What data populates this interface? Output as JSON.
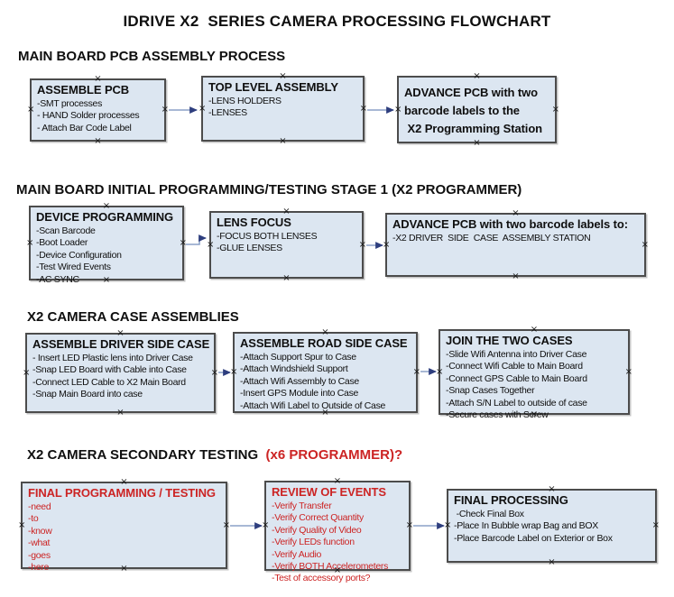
{
  "title": "IDRIVE X2  SERIES CAMERA PROCESSING FLOWCHART",
  "colors": {
    "box_fill": "#dce6f1",
    "box_border": "#4c4c4c",
    "red_text": "#cc2424",
    "arrow_line": "#8ba1c7",
    "arrow_head": "#2e3e7e",
    "text": "#0f0f0f"
  },
  "sections": [
    {
      "heading": "MAIN BOARD PCB ASSEMBLY PROCESS",
      "boxes": [
        {
          "title": "ASSEMBLE PCB",
          "items": [
            "-SMT processes",
            "- HAND Solder processes",
            "- Attach Bar Code Label"
          ]
        },
        {
          "title": "TOP LEVEL ASSEMBLY",
          "items": [
            "-LENS HOLDERS",
            "-LENSES"
          ]
        },
        {
          "title": "",
          "bold_lines": [
            "ADVANCE PCB with two",
            "barcode labels to the",
            " X2 Programming Station"
          ]
        }
      ]
    },
    {
      "heading": "MAIN BOARD INITIAL PROGRAMMING/TESTING STAGE 1 (X2 PROGRAMMER)",
      "boxes": [
        {
          "title": "DEVICE PROGRAMMING",
          "items": [
            "-Scan Barcode",
            "-Boot Loader",
            "-Device Configuration",
            "-Test Wired Events",
            "-AC SYNC"
          ]
        },
        {
          "title": "LENS FOCUS",
          "items": [
            "-FOCUS BOTH LENSES",
            "-GLUE LENSES"
          ]
        },
        {
          "title": "ADVANCE PCB with two barcode labels to:",
          "items": [
            "-X2 DRIVER  SIDE  CASE  ASSEMBLY STATION"
          ]
        }
      ]
    },
    {
      "heading": "X2 CAMERA CASE ASSEMBLIES",
      "boxes": [
        {
          "title": "ASSEMBLE DRIVER SIDE CASE",
          "items": [
            "- Insert LED Plastic lens into Driver Case",
            "-Snap LED Board with Cable into Case",
            "-Connect LED Cable to X2 Main Board",
            "-Snap Main Board into case"
          ]
        },
        {
          "title": "ASSEMBLE ROAD SIDE CASE",
          "items": [
            "-Attach Support Spur to Case",
            "-Attach Windshield Support",
            "-Attach Wifi Assembly to Case",
            "-Insert GPS Module into Case",
            "-Attach Wifi Label to Outside of Case"
          ]
        },
        {
          "title": "JOIN THE TWO CASES",
          "items": [
            "-Slide Wifi Antenna into Driver Case",
            "-Connect Wifi Cable to Main Board",
            "-Connect GPS Cable to Main Board",
            "-Snap Cases Together",
            "-Attach S/N Label to outside of case",
            "-Secure cases with Screw"
          ]
        }
      ]
    },
    {
      "heading": "X2 CAMERA SECONDARY TESTING",
      "heading_red": "  (x6 PROGRAMMER)?",
      "boxes": [
        {
          "title": "FINAL PROGRAMMING / TESTING",
          "red": true,
          "items": [
            "-need",
            "-to",
            "-know",
            "-what",
            "-goes",
            "-here"
          ]
        },
        {
          "title": "REVIEW OF EVENTS",
          "red": true,
          "items": [
            "-Verify Transfer",
            "-Verify Correct Quantity",
            "-Verify Quality of Video",
            "-Verify LEDs function",
            "-Verify Audio",
            "-Verify BOTH Accelerometers",
            "-Test of accessory ports?"
          ]
        },
        {
          "title": "FINAL PROCESSING",
          "items": [
            " -Check Final Box",
            "-Place In Bubble wrap Bag and BOX",
            "-Place Barcode Label on Exterior or Box"
          ]
        }
      ]
    }
  ]
}
